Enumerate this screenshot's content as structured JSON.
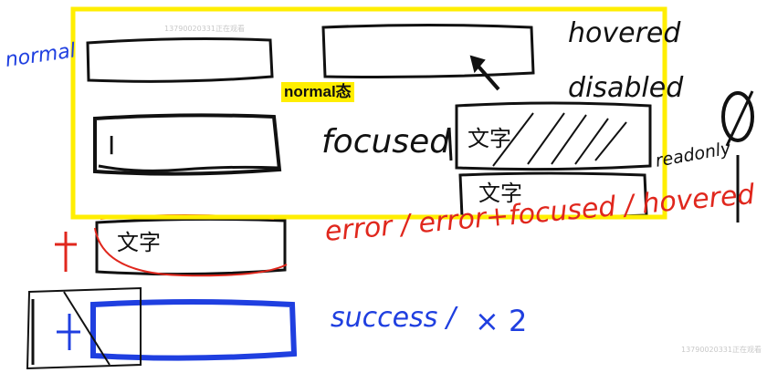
{
  "labels": {
    "normal": "normal",
    "hovered": "hovered",
    "disabled": "disabled",
    "focused": "focused",
    "readonly": "readonly",
    "io": "I/O",
    "error": "error / error+focused / hovered",
    "success": "success /",
    "times_two": "× 2",
    "text_placeholder": "文字",
    "cursor": "I"
  },
  "annotation": {
    "text": "normal态",
    "color": "#ffee00"
  },
  "watermark": "13790020331正在观看",
  "colors": {
    "ink": "#111111",
    "error": "#e0271d",
    "success": "#1f3fe0",
    "highlight": "#ffee00"
  }
}
